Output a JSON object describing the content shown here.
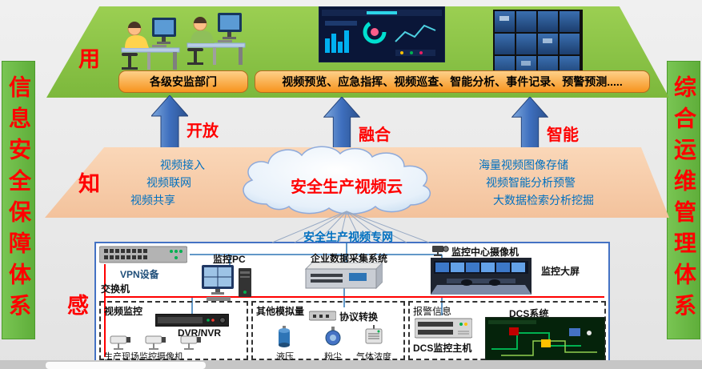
{
  "banners": {
    "left": "信息安全保障体系",
    "right": "综合运维管理体系"
  },
  "use_layer": {
    "tag": "用",
    "dept_box": "各级安监部门",
    "functions_box": "视频预览、应急指挥、视频巡查、智能分析、事件记录、预警预测....."
  },
  "arrows": {
    "open": "开放",
    "fusion": "融合",
    "intelligent": "智能"
  },
  "know_layer": {
    "tag": "知",
    "cloud_title": "安全生产视频云",
    "left_items": [
      "视频接入",
      "视频联网",
      "视频共享"
    ],
    "right_items": [
      "海量视频图像存储",
      "视频智能分析预警",
      "大数据检索分析挖掘"
    ]
  },
  "network_label": "安全生产视频专网",
  "sense_layer": {
    "tag": "感",
    "switch_label": "交换机",
    "vpn_label": "VPN设备",
    "pc_label": "监控PC",
    "collector_label": "企业数据采集系统",
    "center_camera_label": "监控中心摄像机",
    "big_screen_label": "监控大屏",
    "video_group": {
      "title": "视频监控",
      "dvr_label": "DVR/NVR",
      "cameras_label": "生产现场监控摄像机"
    },
    "analog_group": {
      "title": "其他模拟量",
      "converter_label": "协议转换",
      "sensor_labels": [
        "液压",
        "粉尘",
        "气体浓度"
      ]
    },
    "dcs_group": {
      "title": "报警信息",
      "system_label": "DCS系统",
      "host_label": "DCS监控主机"
    }
  },
  "colors": {
    "banner_green": "#6CBE45",
    "platform_green": "#8CC63F",
    "band_peach": "#F8CBAD",
    "box_orange": "#F9A11B",
    "arrow_blue": "#3E6FBE",
    "accent_red": "#FF0000",
    "text_blue": "#0070C0",
    "line_red": "#FF0000",
    "line_blue": "#2E75B6",
    "bottom_box_border": "#4472C4"
  }
}
